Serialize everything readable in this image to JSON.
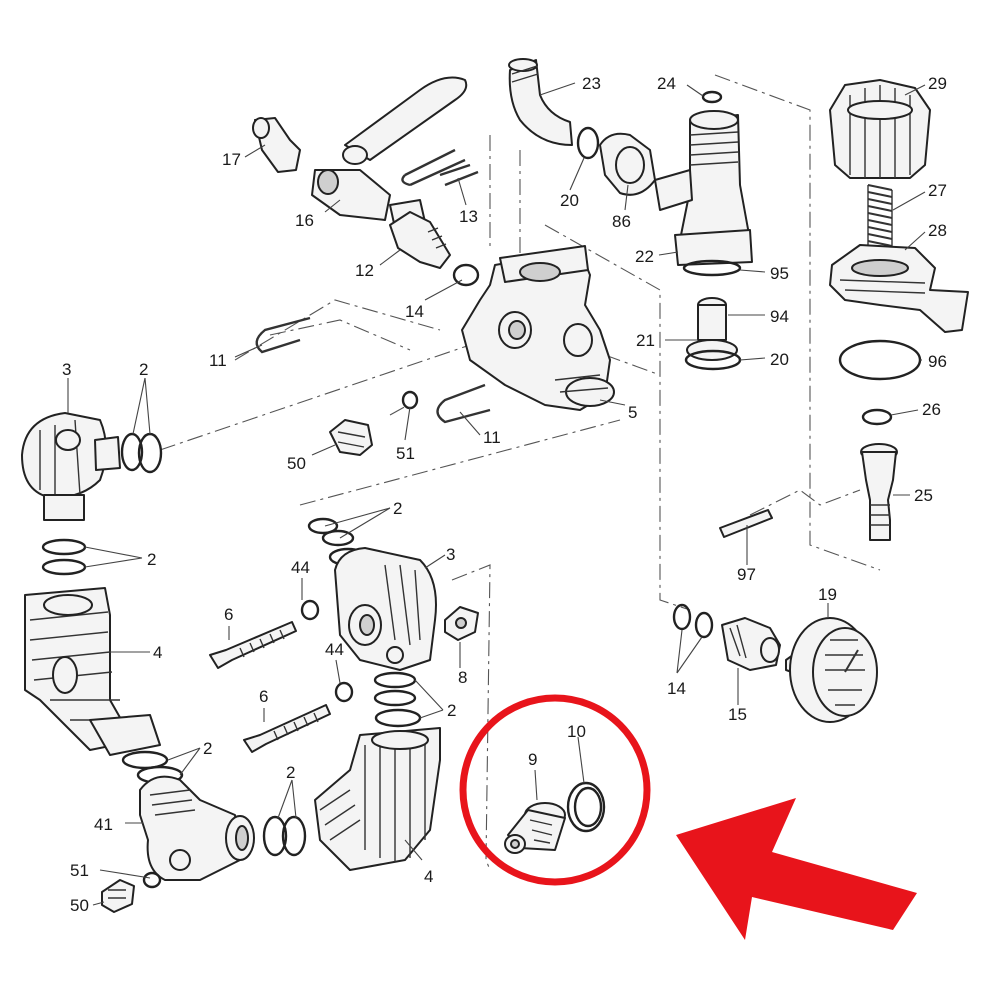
{
  "callouts": {
    "n2": "2",
    "n3": "3",
    "n4": "4",
    "n5": "5",
    "n6": "6",
    "n8": "8",
    "n9": "9",
    "n10": "10",
    "n11": "11",
    "n12": "12",
    "n13": "13",
    "n14": "14",
    "n15": "15",
    "n16": "16",
    "n17": "17",
    "n19": "19",
    "n20": "20",
    "n21": "21",
    "n22": "22",
    "n23": "23",
    "n24": "24",
    "n25": "25",
    "n26": "26",
    "n27": "27",
    "n28": "28",
    "n29": "29",
    "n41": "41",
    "n44": "44",
    "n50": "50",
    "n51": "51",
    "n86": "86",
    "n94": "94",
    "n95": "95",
    "n96": "96",
    "n97": "97"
  },
  "highlight": {
    "circle_color": "#e8141b",
    "arrow_color": "#e8141b",
    "icon": "red-arrow-icon"
  }
}
